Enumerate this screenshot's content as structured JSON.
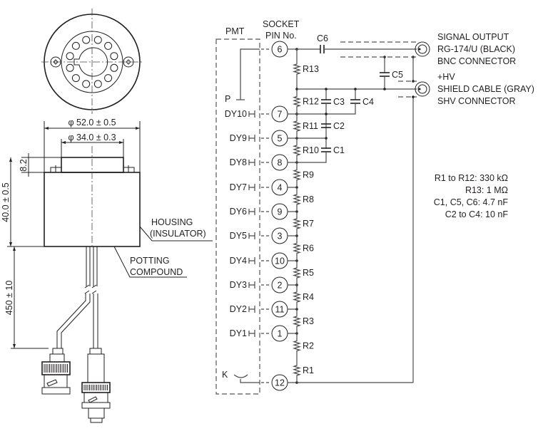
{
  "title": "PMT socket assembly: dimensional outline and voltage divider circuit",
  "mechanical": {
    "dim_outer_diameter": "φ 52.0 ± 0.5",
    "dim_inner_diameter": "φ 34.0 ± 0.3",
    "dim_step_height": "8.2",
    "dim_body_height": "40.0 ± 0.5",
    "dim_cable_length": "450 ± 10",
    "housing_label_line1": "HOUSING",
    "housing_label_line2": "(INSULATOR)",
    "potting_label_line1": "POTTING",
    "potting_label_line2": "COMPOUND"
  },
  "schematic": {
    "pmt_label": "PMT",
    "socket_label_line1": "SOCKET",
    "socket_label_line2": "PIN No.",
    "anode_label": "P",
    "cathode_label": "K",
    "electrodes": [
      {
        "name": "P",
        "pin": "6"
      },
      {
        "name": "DY10",
        "pin": "7"
      },
      {
        "name": "DY9",
        "pin": "5"
      },
      {
        "name": "DY8",
        "pin": "8"
      },
      {
        "name": "DY7",
        "pin": "4"
      },
      {
        "name": "DY6",
        "pin": "9"
      },
      {
        "name": "DY5",
        "pin": "3"
      },
      {
        "name": "DY4",
        "pin": "10"
      },
      {
        "name": "DY3",
        "pin": "2"
      },
      {
        "name": "DY2",
        "pin": "11"
      },
      {
        "name": "DY1",
        "pin": "1"
      },
      {
        "name": "K",
        "pin": "12"
      }
    ],
    "resistors": [
      "R13",
      "R12",
      "R11",
      "R10",
      "R9",
      "R8",
      "R7",
      "R6",
      "R5",
      "R4",
      "R3",
      "R2",
      "R1"
    ],
    "capacitors": [
      "C6",
      "C5",
      "C3",
      "C4",
      "C2",
      "C1"
    ],
    "signal_output": {
      "line1": "SIGNAL OUTPUT",
      "line2": "RG-174/U (BLACK)",
      "line3": "BNC CONNECTOR"
    },
    "hv_input": {
      "line1": "+HV",
      "line2": "SHIELD CABLE (GRAY)",
      "line3": "SHV CONNECTOR"
    },
    "component_values": [
      "R1 to R12: 330 kΩ",
      "R13: 1 MΩ",
      "C1, C5, C6: 4.7 nF",
      "C2 to C4: 10 nF"
    ]
  }
}
